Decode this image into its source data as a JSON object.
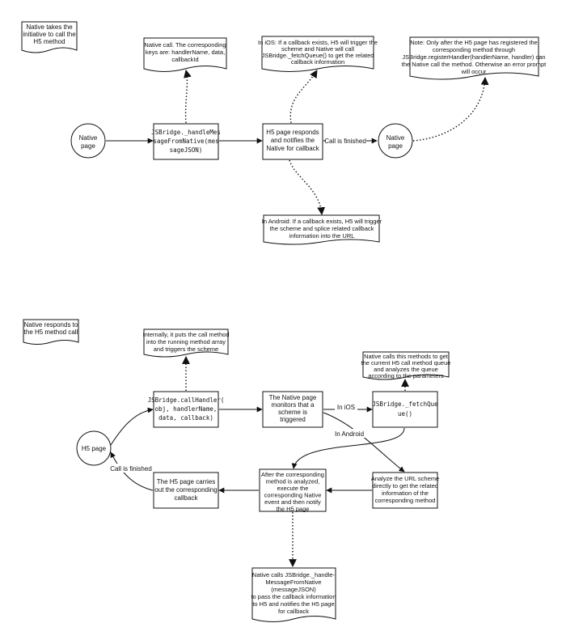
{
  "top_section": {
    "title": [
      "Native takes the",
      "initiative to call the",
      "H5 method"
    ],
    "native_page_start": [
      "Native",
      "page"
    ],
    "handle_message": [
      "JSBridge._handleMes",
      "sageFromNative(mes",
      "sageJSON)"
    ],
    "h5_responds": [
      "H5 page responds",
      "and notifies the",
      "Native for callback"
    ],
    "call_finished": "Call is finished",
    "native_page_end": [
      "Native",
      "page"
    ],
    "note_native_call": [
      "Native call. The corresponding",
      "keys are:  handlerName, data,",
      "callbackId"
    ],
    "note_ios": [
      "In iOS: If a callback exists, H5 will trigger the",
      "scheme and Native will call",
      "JSBridge._fetchQueue() to get the related",
      "callback information"
    ],
    "note_register": [
      "Note: Only after the H5 page has registered the",
      "corresponding method through",
      "JSBridge.registerHandler(handlerName, handler) can",
      "the Native call the method. Otherwise an error prompt",
      "will occur"
    ],
    "note_android": [
      "In Android: If a callback exists, H5 will trigger",
      "the scheme and splice related callback",
      "information into the URL"
    ]
  },
  "bottom_section": {
    "title": [
      "Native responds to",
      "the H5 method call"
    ],
    "h5_page": "H5 page",
    "call_handler": [
      "JSBridge.callHandler(",
      "obj, handlerName,",
      "data, callback)"
    ],
    "native_monitors": [
      "The Native page",
      "monitors that a",
      "scheme is",
      "triggered"
    ],
    "fetch_queue": [
      "JSBridge._fetchQue",
      "ue()"
    ],
    "label_ios": "In iOS",
    "label_android": "In Android",
    "note_internal": [
      "Internally, it puts the call method",
      "into the running method array",
      "and triggers the scheme"
    ],
    "note_native_calls": [
      "Native calls this methods to get",
      "the current H5 call method queue",
      "and analyzes the queue",
      "according to the parameters"
    ],
    "analyze_scheme": [
      "Analyze the URL scheme",
      "directly to get the related",
      "information of the",
      "corresponding method"
    ],
    "after_analyzed": [
      "After the corresponding",
      "method is analyzed,",
      "execute the",
      "corresponding Native",
      "event and then notify",
      "the H5 page"
    ],
    "h5_carries": [
      "The H5 page carries",
      "out the corresponding",
      "callback"
    ],
    "call_finished": "Call is finished",
    "note_bottom": [
      "Native calls  JSBridge._handle-",
      "MessageFromNative",
      "(messageJSON)",
      "to pass the callback information",
      "to H5 and notifies the H5 page",
      "for callback"
    ]
  }
}
